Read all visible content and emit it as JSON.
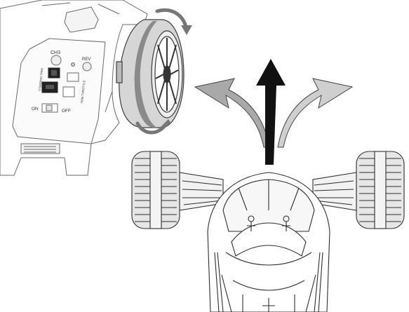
{
  "transmitter": {
    "ch3_label": "CH3",
    "rev_label": "REV",
    "steering_trim_label": "STEERING TRIM",
    "throttle_trim_label": "TRIM THROTTLE",
    "on_label": "ON",
    "off_label": "OFF"
  },
  "colors": {
    "line": "#3c3c3c",
    "wheel_band": "#8a8a8a",
    "wheel_body": "#d6d6d6",
    "arrow_center": "#111111",
    "arrow_side_fill": "#cfcfcf",
    "arrow_left_fill": "#a9a9a9"
  },
  "icons": {
    "steering_wheel": "rotation-arrows-icon",
    "center_arrow": "arrow-up-icon",
    "left_arrow": "curved-arrow-left-icon",
    "right_arrow": "curved-arrow-right-icon"
  }
}
